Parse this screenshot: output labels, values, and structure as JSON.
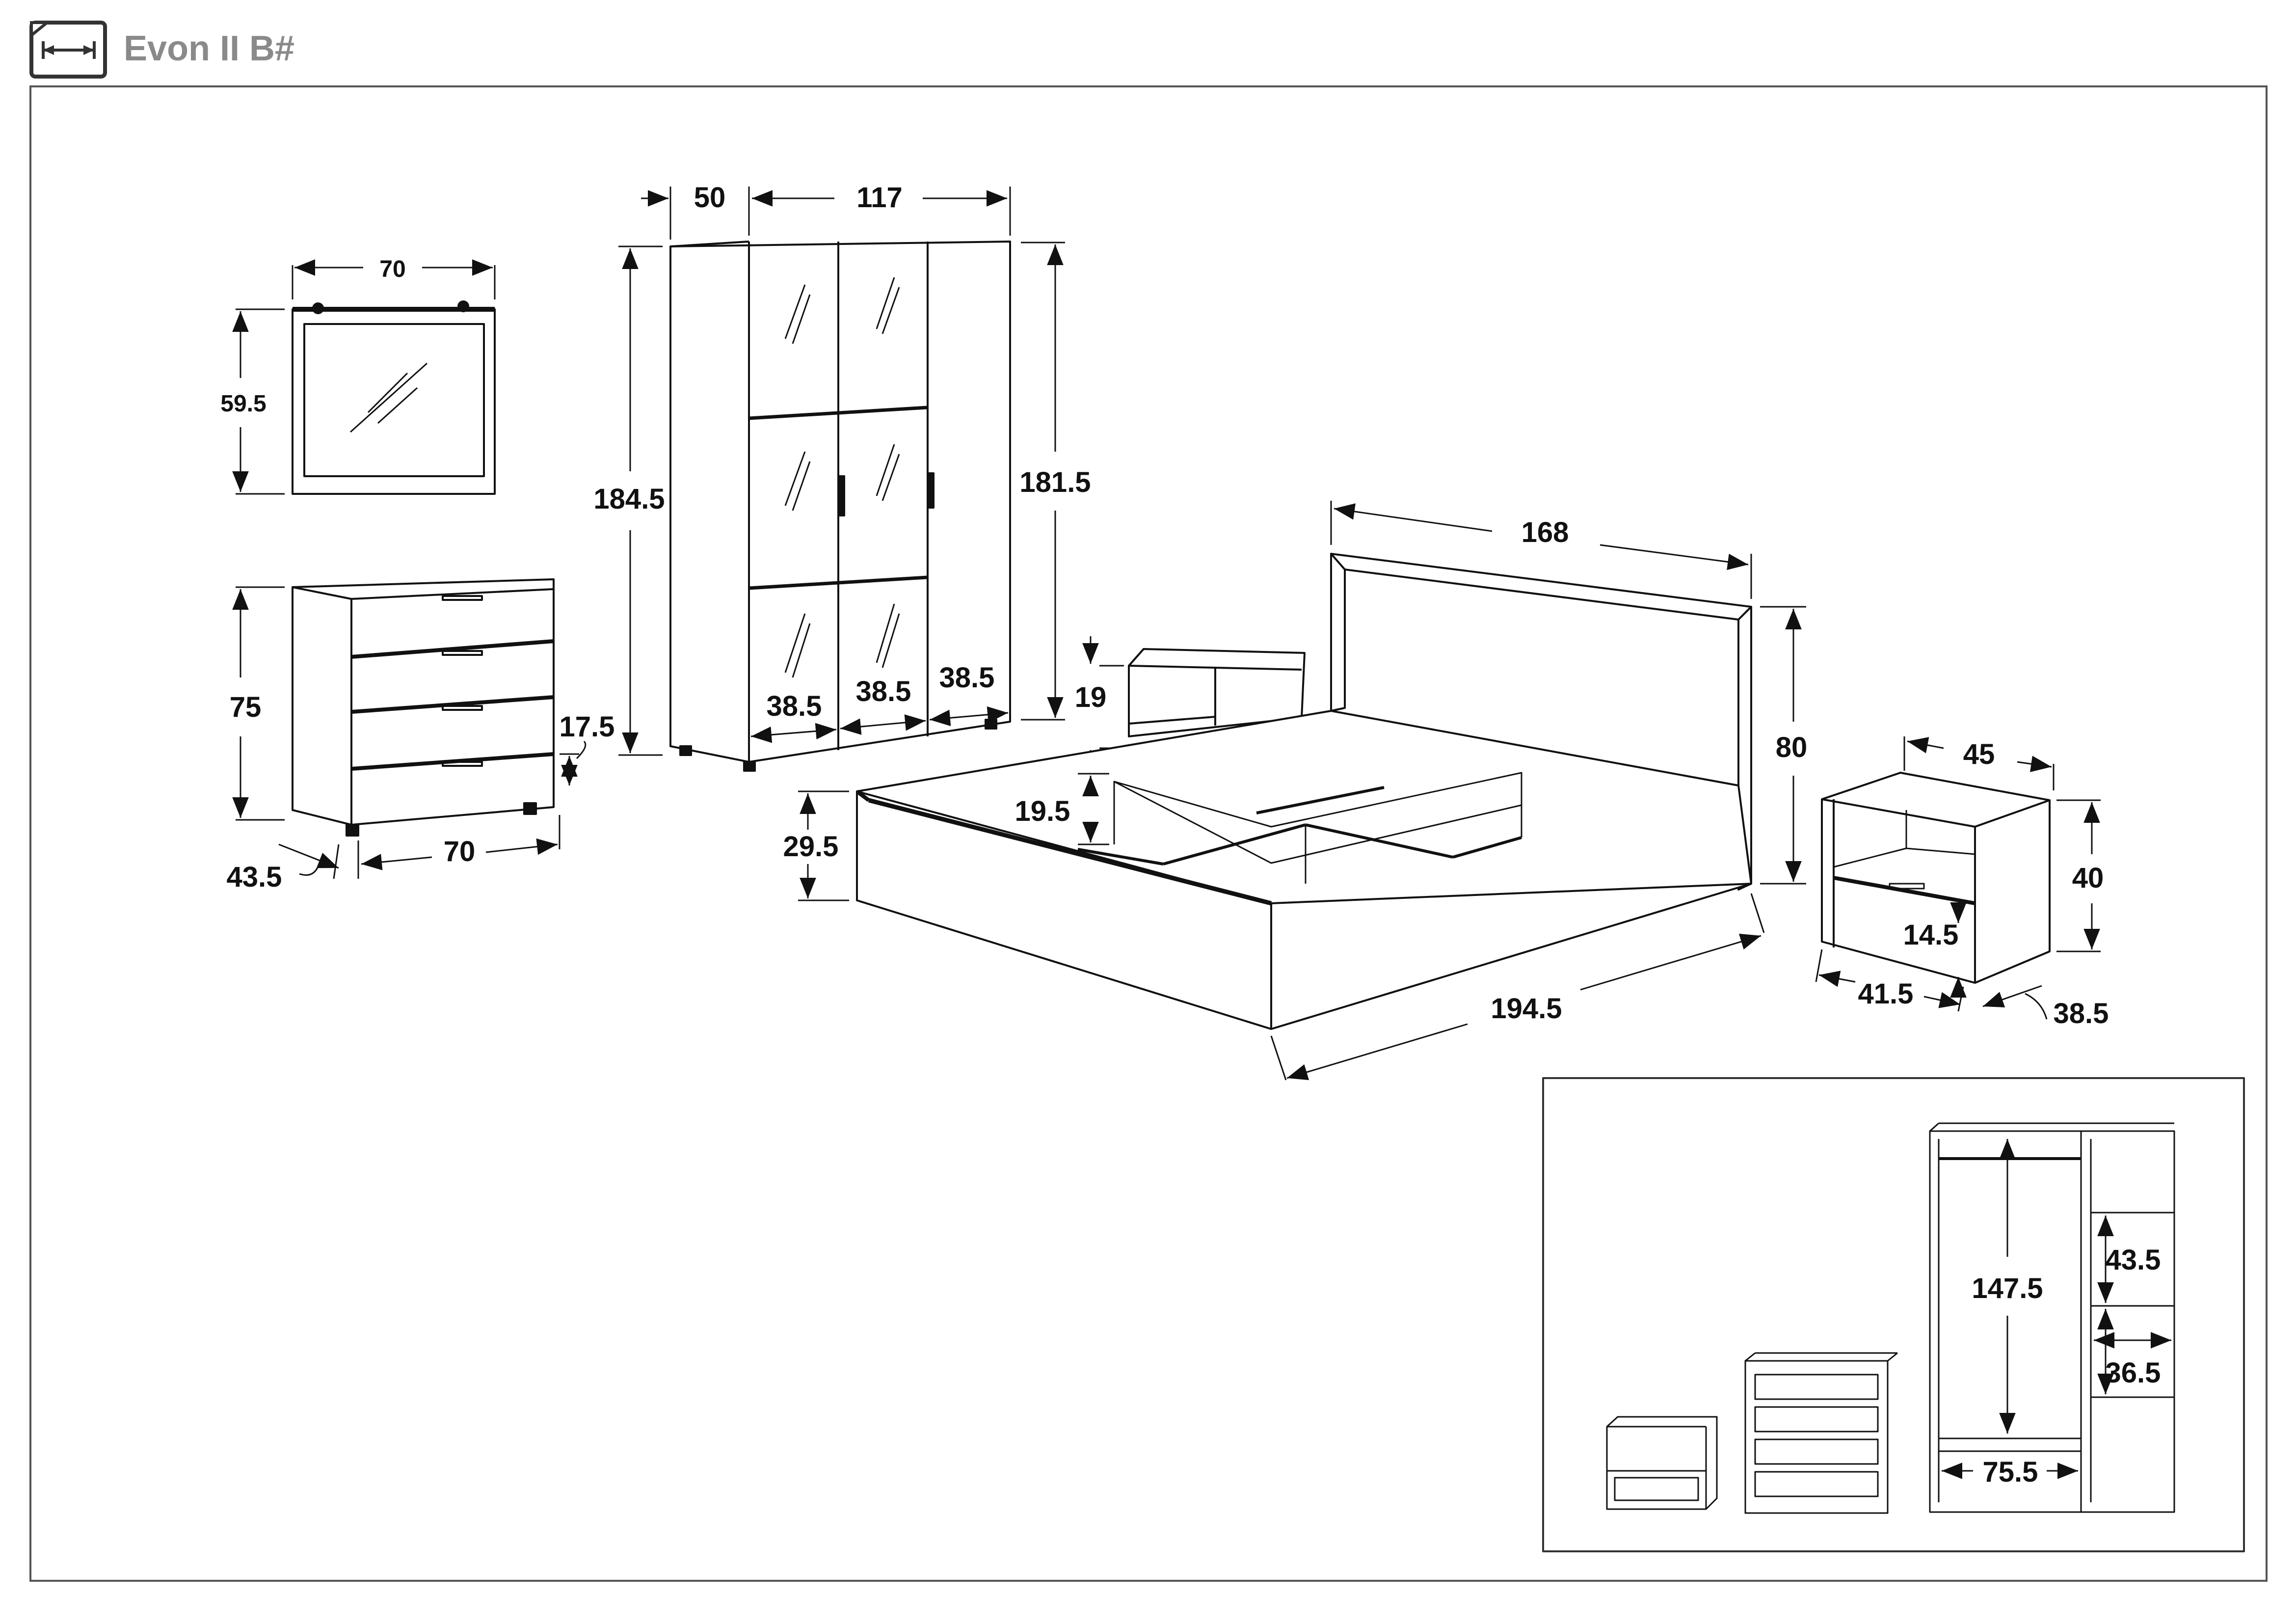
{
  "header": {
    "title": "Evon II B#",
    "icon": "width-arrow-icon"
  },
  "dimensions": {
    "mirror": {
      "width": "70",
      "height": "59.5"
    },
    "dresser": {
      "height": "75",
      "foot_height": "17.5",
      "depth": "43.5",
      "width": "70"
    },
    "wardrobe": {
      "depth": "50",
      "width": "117",
      "height": "184.5",
      "inner_height": "181.5",
      "door_1": "38.5",
      "door_2": "38.5",
      "door_3": "38.5"
    },
    "nightstand_left": {
      "height": "19"
    },
    "bed": {
      "width": "168",
      "headboard_height": "80",
      "length": "194.5",
      "frame_height": "29.5",
      "inner_depth": "19.5"
    },
    "nightstand_right": {
      "width": "45",
      "height": "40",
      "drawer_height": "14.5",
      "depth_1": "41.5",
      "depth_2": "38.5"
    },
    "interior": {
      "hanging_height": "147.5",
      "shelf_1": "43.5",
      "shelf_2": "36.5",
      "hanging_width": "75.5"
    }
  },
  "colors": {
    "title": "#8a8a8a",
    "lines": "#111111",
    "frame": "#555555"
  }
}
